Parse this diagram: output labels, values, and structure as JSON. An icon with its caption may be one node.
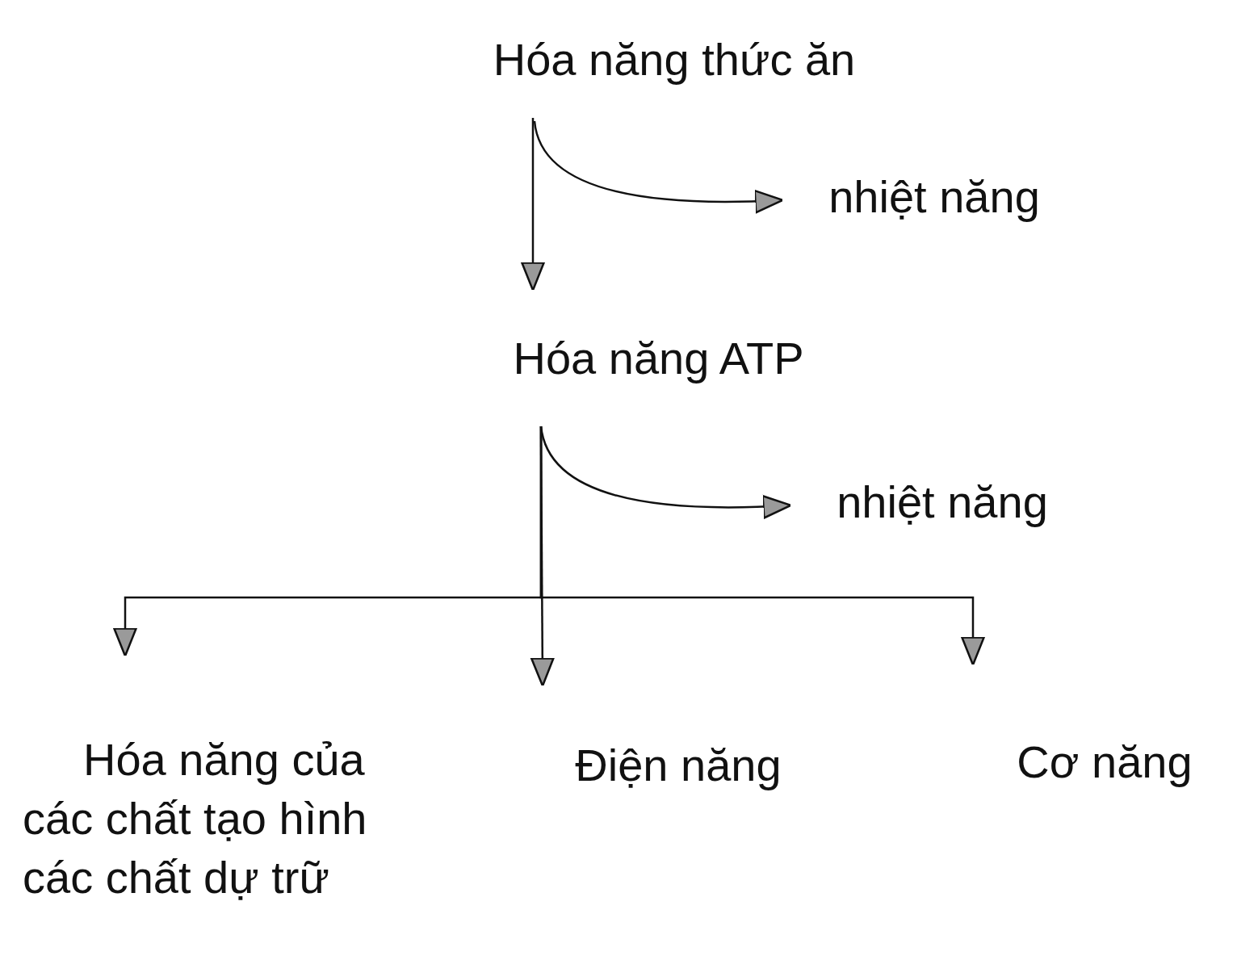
{
  "diagram": {
    "nodes": [
      {
        "text": [
          "Hóa năng thức ăn"
        ]
      },
      {
        "text": [
          "nhiệt năng"
        ]
      },
      {
        "text": [
          "Hóa năng ATP"
        ]
      },
      {
        "text": [
          "nhiệt năng"
        ]
      },
      {
        "text": [
          "Hóa năng của các chất tạo hình các chất dự trữ"
        ]
      },
      {
        "text": [
          "Điện năng"
        ]
      },
      {
        "text": [
          "Cơ năng"
        ]
      }
    ],
    "edges": [
      {
        "from": 0,
        "to": 2,
        "arrow": "to"
      },
      {
        "from": 0,
        "to": 1,
        "arrow": "to"
      },
      {
        "from": 2,
        "to": 3,
        "arrow": "to"
      },
      {
        "from": 2,
        "to": 4,
        "arrow": "to"
      },
      {
        "from": 2,
        "to": 5,
        "arrow": "to"
      },
      {
        "from": 2,
        "to": 6,
        "arrow": "to"
      }
    ]
  }
}
